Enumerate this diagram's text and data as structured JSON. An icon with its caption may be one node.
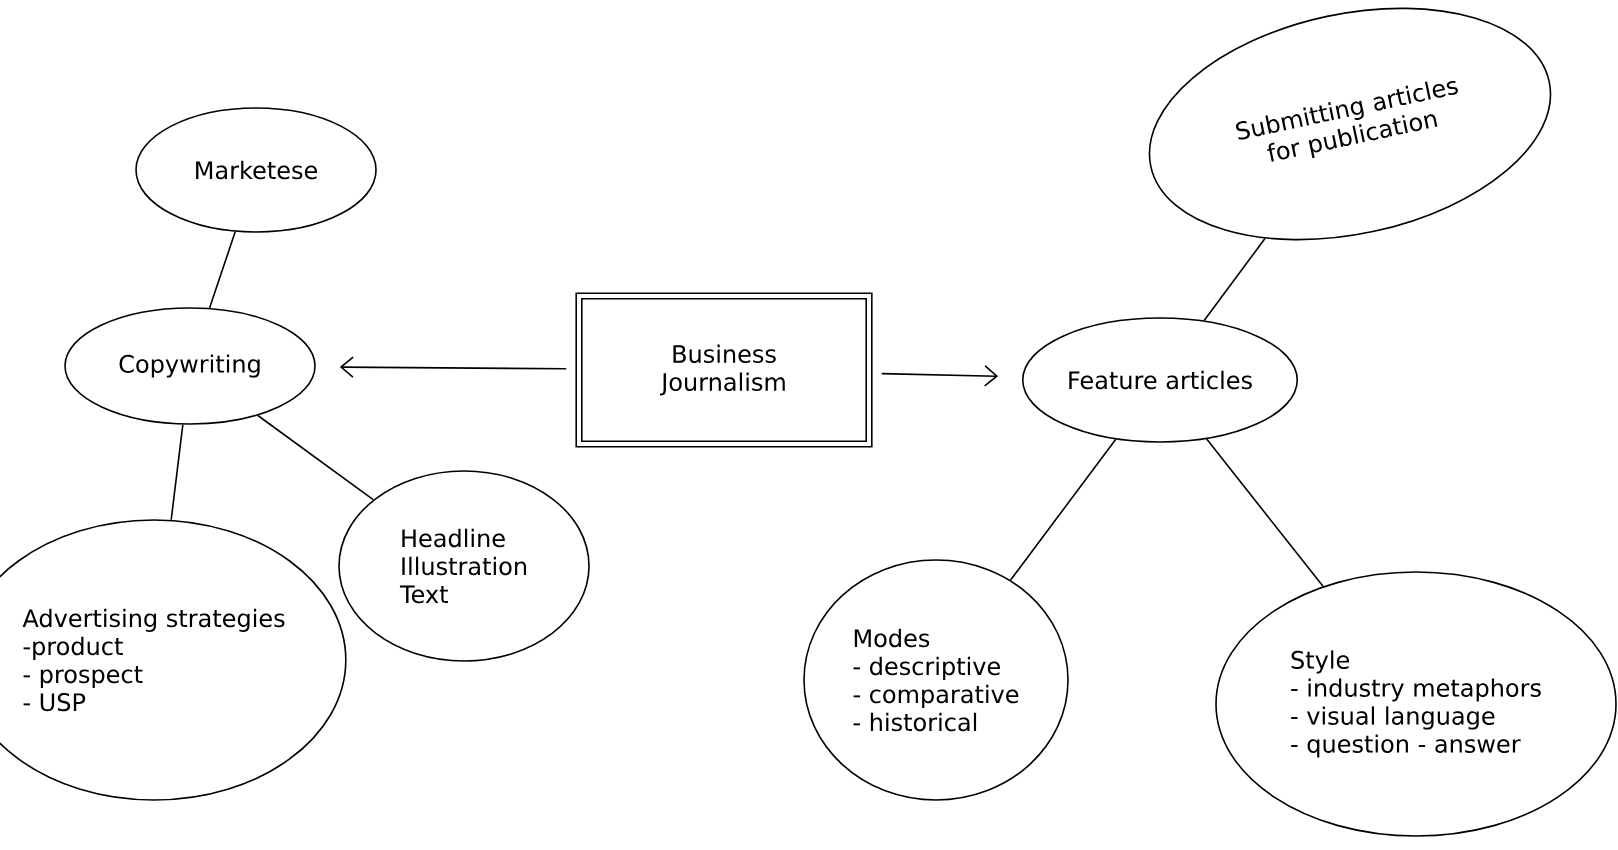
{
  "diagram": {
    "nodes": [
      {
        "text": [
          "Business Journalism"
        ]
      },
      {
        "text": [
          "Marketese"
        ]
      },
      {
        "text": [
          "Copywriting"
        ]
      },
      {
        "text": [
          "Advertising strategies",
          "-product",
          "- prospect",
          "- USP"
        ]
      },
      {
        "text": [
          "Headline",
          "Illustration",
          "Text"
        ]
      },
      {
        "text": [
          "Submitting articles for publication"
        ]
      },
      {
        "text": [
          "Feature articles"
        ]
      },
      {
        "text": [
          "Modes",
          "- descriptive",
          "- comparative",
          "- historical"
        ]
      },
      {
        "text": [
          "Style",
          "- industry metaphors",
          "- visual language",
          "- question - answer"
        ]
      }
    ],
    "edges": [
      {
        "from": 0,
        "to": 2,
        "arrow": "to"
      },
      {
        "from": 0,
        "to": 6,
        "arrow": "to"
      },
      {
        "from": 1,
        "to": 2,
        "arrow": "none"
      },
      {
        "from": 2,
        "to": 3,
        "arrow": "none"
      },
      {
        "from": 2,
        "to": 4,
        "arrow": "none"
      },
      {
        "from": 5,
        "to": 6,
        "arrow": "none"
      },
      {
        "from": 6,
        "to": 7,
        "arrow": "none"
      },
      {
        "from": 6,
        "to": 8,
        "arrow": "none"
      }
    ]
  }
}
